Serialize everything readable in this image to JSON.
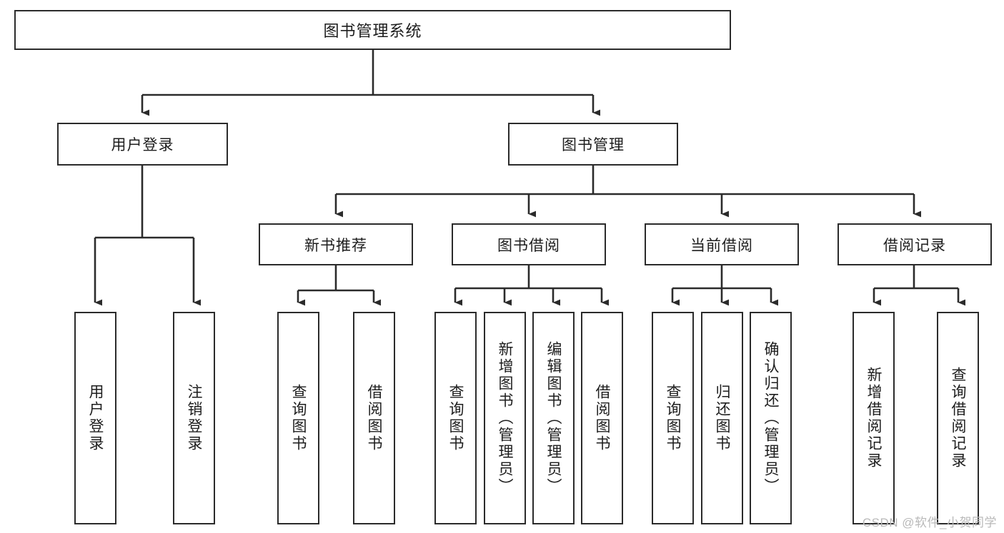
{
  "diagram": {
    "title": "图书管理系统",
    "type": "hierarchy-tree",
    "watermark": "CSDN @软件_小贺同学",
    "root": {
      "label": "图书管理系统"
    },
    "level2": [
      {
        "label": "用户登录"
      },
      {
        "label": "图书管理"
      }
    ],
    "level3": [
      {
        "label": "新书推荐"
      },
      {
        "label": "图书借阅"
      },
      {
        "label": "当前借阅"
      },
      {
        "label": "借阅记录"
      }
    ],
    "leaves": {
      "user_login": [
        {
          "label": "用户登录"
        },
        {
          "label": "注销登录"
        }
      ],
      "new_book_recommend": [
        {
          "label": "查询图书"
        },
        {
          "label": "借阅图书"
        }
      ],
      "book_borrow": [
        {
          "label": "查询图书"
        },
        {
          "label": "新增图书（管理员）"
        },
        {
          "label": "编辑图书（管理员）"
        },
        {
          "label": "借阅图书"
        }
      ],
      "current_borrow": [
        {
          "label": "查询图书"
        },
        {
          "label": "归还图书"
        },
        {
          "label": "确认归还（管理员）"
        }
      ],
      "borrow_record": [
        {
          "label": "新增借阅记录"
        },
        {
          "label": "查询借阅记录"
        }
      ]
    },
    "colors": {
      "border": "#2b2b2b",
      "background": "#ffffff",
      "text": "#1d1d1d",
      "watermark": "#b9b9b9"
    }
  }
}
